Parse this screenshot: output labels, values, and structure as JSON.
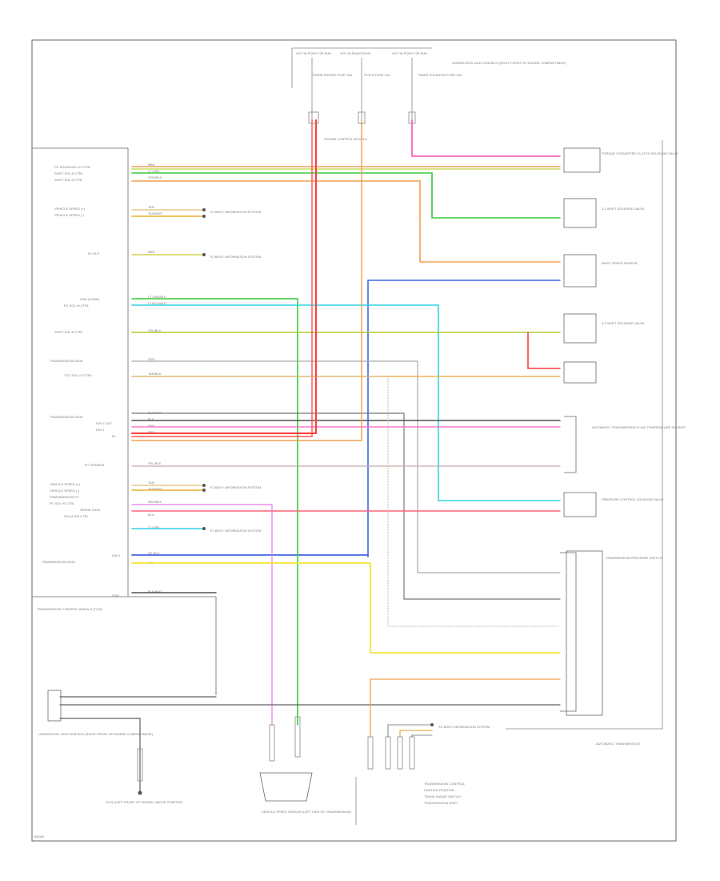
{
  "page": {
    "corner_code": "WD000",
    "background": "#ffffff"
  },
  "diagram": {
    "fuse_labels": [
      "HOT IN START OR RUN",
      "HOT IN RUN/CRANK",
      "HOT IN START OR RUN"
    ],
    "fuse_sublabels": [
      "TRANS ENGINE FUSE 15A",
      "PCM B FUSE 10A",
      "TRANS SOLENOID FUSE 15A"
    ],
    "junction_box_label": "UNDERHOOD JUNCTION BOX (RIGHT FRONT OF ENGINE COMPARTMENT)",
    "pcm_connector_label": "ENGINE CONTROL MODULE",
    "pcm_label": "TRANSMISSION CONTROL MODULE (TCM)",
    "pcm_pin_labels": [
      "PC SOLENOID LO CTRL",
      "SHIFT SOL B CTRL",
      "SHIFT SOL A CTRL",
      "VEHICLE SPEED (+)",
      "VEHICLE SPEED (-)",
      "5V OUT",
      "GND (CODE)",
      "PC SOL HI CTRL",
      "SHIFT SOL B CTRL",
      "TRANSMISSION DATA",
      "TCC SOL LO CTRL",
      "TRANSMISSION DATA",
      "IGN 1 OUT",
      "IGN 1",
      "B+",
      "TFT SENSOR",
      "VEHICLE SPEED (+)",
      "VEHICLE SPEED (-)",
      "TRANSMISSION PT",
      "PC SOL HI CTRL",
      "SERIAL DATA",
      "SOL (LPS) CTRL",
      "IGN 1",
      "TRANSMISSION DATA",
      "GND"
    ],
    "wire_colors_left": [
      "BRN",
      "LT GRN",
      "ORN/BLK",
      "TAN",
      "TAN/WHT",
      "BRN",
      "LT GRN/BLK",
      "LT BLU/WHT",
      "YEL/BLK",
      "GRY",
      "TAN/BLK",
      "BLK/WHT",
      "BLK",
      "PNK",
      "RED",
      "YEL/BLK",
      "TAN",
      "TAN/WHT",
      "RED/BLK",
      "BLU",
      "LT GRN",
      "DK BLU",
      "YEL",
      "BLK/WHT"
    ],
    "splice_note": "TO BODY INFORMATION SYSTEM",
    "ground_label": "G101 (LEFT FRONT OF ENGINE, ABOVE STARTER)",
    "vss_label": "VEHICLE SPEED SENSOR (LEFT SIDE OF TRANSMISSION)",
    "component_labels": [
      "TORQUE CONVERTER CLUTCH SOLENOID VALVE",
      "1-2 SHIFT SOLENOID VALVE",
      "INPUT SPEED SENSOR",
      "2-3 SHIFT SOLENOID VALVE",
      "PRESSURE CONTROL SOLENOID VALVE",
      "AUTOMATIC TRANSMISSION FLUID TEMPERATURE SENSOR",
      "TRANSMISSION PRESSURE SWITCH"
    ],
    "trans_assembly_label": "AUTOMATIC TRANSMISSION",
    "bottom_right_labels": [
      "TRANSMISSION CONTROL",
      "IGNITION POSITION",
      "TRANS RANGE SWITCH",
      "TRANSMISSION SHIFT"
    ]
  },
  "colors": {
    "wire_orange": "#f0a050",
    "wire_yellow_green": "#c8c832",
    "wire_green": "#3cc83c",
    "wire_pink": "#ff50b4",
    "wire_red": "#ff3c3c",
    "wire_blue": "#4464e0",
    "wire_cyan": "#32d2e6",
    "wire_gray": "#8c8c8c",
    "wire_dark": "#505050",
    "wire_yellow": "#f0e632",
    "wire_tan": "#e6c88c",
    "wire_magenta": "#e678e6",
    "frame": "#555555"
  }
}
